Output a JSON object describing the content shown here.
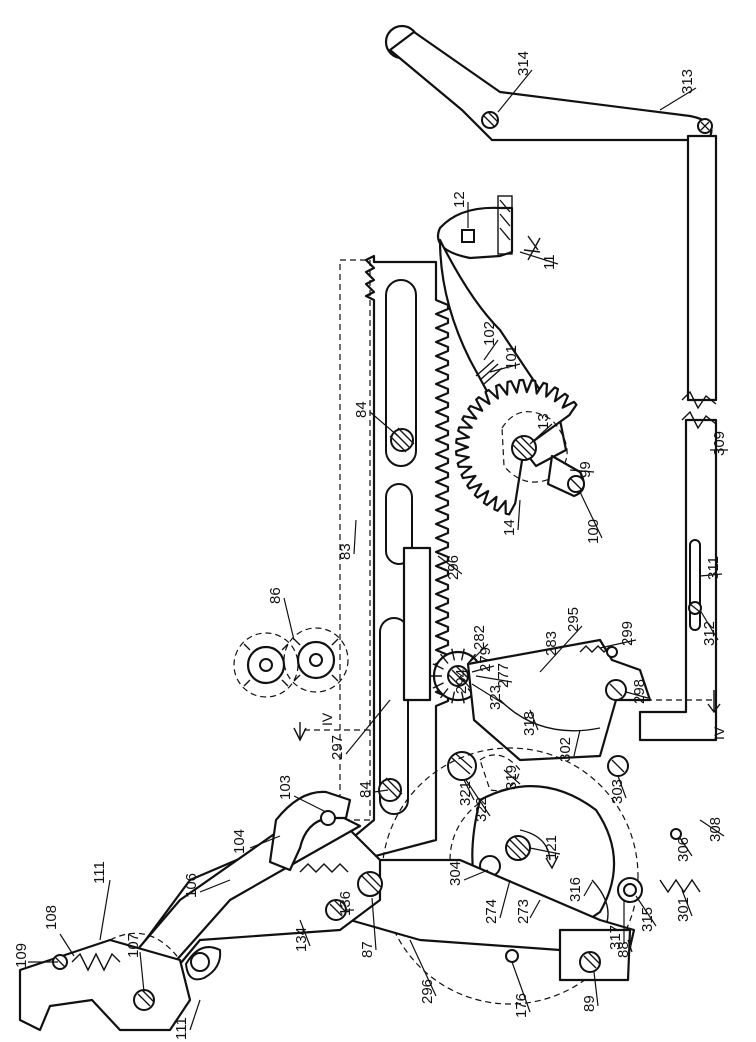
{
  "figure": {
    "labels": [
      {
        "id": "l109",
        "text": "109"
      },
      {
        "id": "l108",
        "text": "108"
      },
      {
        "id": "l111a",
        "text": "111"
      },
      {
        "id": "l107",
        "text": "107"
      },
      {
        "id": "l106",
        "text": "106"
      },
      {
        "id": "l111b",
        "text": "111"
      },
      {
        "id": "l134",
        "text": "134"
      },
      {
        "id": "l136",
        "text": "136"
      },
      {
        "id": "l104",
        "text": "104"
      },
      {
        "id": "l103",
        "text": "103"
      },
      {
        "id": "l84a",
        "text": "84"
      },
      {
        "id": "l87",
        "text": "87"
      },
      {
        "id": "l296a",
        "text": "296"
      },
      {
        "id": "l176",
        "text": "176"
      },
      {
        "id": "l89",
        "text": "89"
      },
      {
        "id": "l88",
        "text": "88"
      },
      {
        "id": "l273",
        "text": "273"
      },
      {
        "id": "l274",
        "text": "274"
      },
      {
        "id": "l304",
        "text": "304"
      },
      {
        "id": "l121",
        "text": "121"
      },
      {
        "id": "l316",
        "text": "316"
      },
      {
        "id": "l317",
        "text": "317"
      },
      {
        "id": "l315",
        "text": "315"
      },
      {
        "id": "l301",
        "text": "301"
      },
      {
        "id": "l306",
        "text": "306"
      },
      {
        "id": "l308",
        "text": "308"
      },
      {
        "id": "l321",
        "text": "321"
      },
      {
        "id": "l322",
        "text": "322"
      },
      {
        "id": "l319",
        "text": "319"
      },
      {
        "id": "l303",
        "text": "303"
      },
      {
        "id": "l302",
        "text": "302"
      },
      {
        "id": "l318",
        "text": "318"
      },
      {
        "id": "l297",
        "text": "297"
      },
      {
        "id": "l323",
        "text": "323"
      },
      {
        "id": "l277",
        "text": "277"
      },
      {
        "id": "l279",
        "text": "279"
      },
      {
        "id": "l282",
        "text": "282"
      },
      {
        "id": "l294",
        "text": "294"
      },
      {
        "id": "l283",
        "text": "283"
      },
      {
        "id": "l295",
        "text": "295"
      },
      {
        "id": "l299",
        "text": "299"
      },
      {
        "id": "l298",
        "text": "298"
      },
      {
        "id": "l86",
        "text": "86"
      },
      {
        "id": "l83",
        "text": "83"
      },
      {
        "id": "l296b",
        "text": "296"
      },
      {
        "id": "l84b",
        "text": "84"
      },
      {
        "id": "l14",
        "text": "14"
      },
      {
        "id": "l100",
        "text": "100"
      },
      {
        "id": "l99",
        "text": "99"
      },
      {
        "id": "l13",
        "text": "13"
      },
      {
        "id": "l101",
        "text": "101"
      },
      {
        "id": "l102",
        "text": "102"
      },
      {
        "id": "l12",
        "text": "12"
      },
      {
        "id": "l11",
        "text": "11"
      },
      {
        "id": "l309",
        "text": "309"
      },
      {
        "id": "l311",
        "text": "311"
      },
      {
        "id": "l312",
        "text": "312"
      },
      {
        "id": "l313",
        "text": "313"
      },
      {
        "id": "l314",
        "text": "314"
      }
    ],
    "section_marks": [
      {
        "id": "ivL",
        "text": "IV"
      },
      {
        "id": "ivR",
        "text": "IV"
      }
    ]
  }
}
